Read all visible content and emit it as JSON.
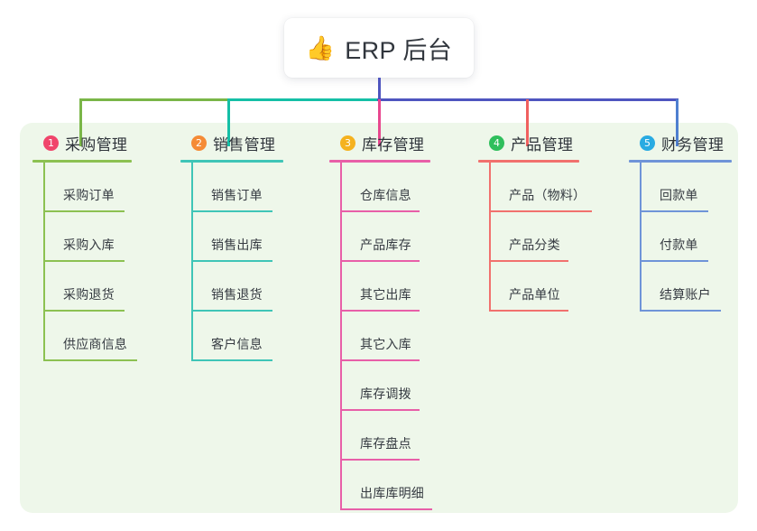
{
  "root": {
    "icon": "thumbs-up-icon",
    "emoji": "👍",
    "title": "ERP 后台"
  },
  "panel": {
    "background_color": "#eef7ea"
  },
  "connectors": {
    "stem_color": "#4f55bf",
    "bar_segment_colors": [
      "#7ab648",
      "#15bfa6",
      "#4f55bf"
    ],
    "drop_colors": [
      "#7ab648",
      "#15bfa6",
      "#e8488f",
      "#f0605f",
      "#4f7fd0"
    ]
  },
  "branches": [
    {
      "number": "1",
      "label": "采购管理",
      "badge_color": "#f0456b",
      "line_color": "#8cc152",
      "items": [
        "采购订单",
        "采购入库",
        "采购退货",
        "供应商信息"
      ]
    },
    {
      "number": "2",
      "label": "销售管理",
      "badge_color": "#f58b36",
      "line_color": "#3fc5b7",
      "items": [
        "销售订单",
        "销售出库",
        "销售退货",
        "客户信息"
      ]
    },
    {
      "number": "3",
      "label": "库存管理",
      "badge_color": "#f5b21f",
      "line_color": "#e85fa8",
      "items": [
        "仓库信息",
        "产品库存",
        "其它出库",
        "其它入库",
        "库存调拨",
        "库存盘点",
        "出库库明细"
      ]
    },
    {
      "number": "4",
      "label": "产品管理",
      "badge_color": "#2fbf5c",
      "line_color": "#f1716e",
      "items": [
        "产品（物料）",
        "产品分类",
        "产品单位"
      ]
    },
    {
      "number": "5",
      "label": "财务管理",
      "badge_color": "#29abe2",
      "line_color": "#6f94d8",
      "items": [
        "回款单",
        "付款单",
        "结算账户"
      ]
    }
  ]
}
